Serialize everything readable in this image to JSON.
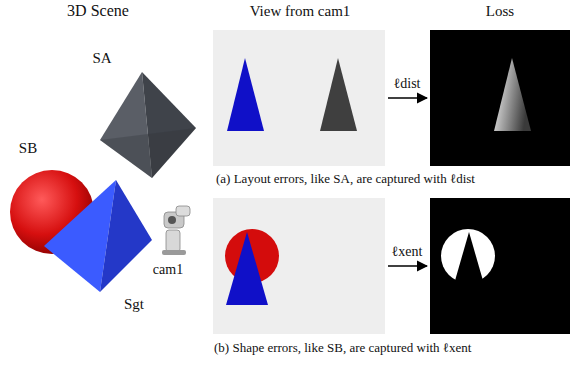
{
  "diagram": {
    "labels": [
      "3D Scene",
      "View from cam1",
      "Loss",
      "SA",
      "SB",
      "Sgt",
      "cam1",
      "ℓdist",
      "(a) Layout errors, like SA, are captured with ℓdist",
      "ℓxent",
      "(b) Shape errors, like SB, are captured with ℓxent"
    ]
  }
}
